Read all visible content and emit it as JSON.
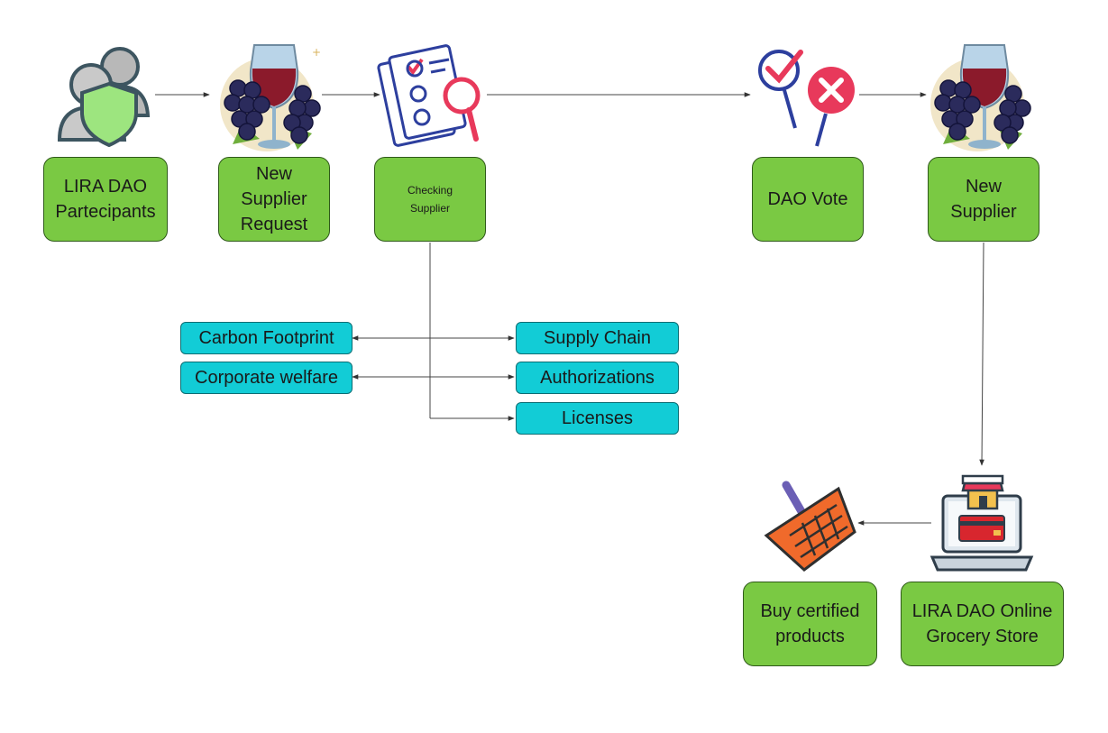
{
  "nodes": {
    "participants": "LIRA DAO\nPartecipants",
    "new_supplier_request": "New\nSupplier\nRequest",
    "checking_supplier": "Checking\nSupplier",
    "dao_vote": "DAO Vote",
    "new_supplier": "New\nSupplier",
    "online_store": "LIRA DAO Online\nGrocery Store",
    "buy_products": "Buy certified\nproducts"
  },
  "criteria": {
    "carbon_footprint": "Carbon Footprint",
    "corporate_welfare": "Corporate welfare",
    "supply_chain": "Supply Chain",
    "authorizations": "Authorizations",
    "licenses": "Licenses"
  },
  "icons": {
    "participants": "user-group-shield-icon",
    "supplier_request": "wine-grapes-icon",
    "checking": "checklist-magnifier-icon",
    "vote": "vote-check-cross-icon",
    "new_supplier": "wine-grapes-icon",
    "store": "laptop-shop-icon",
    "basket": "shopping-basket-icon"
  },
  "colors": {
    "process_box": "#7ac943",
    "criteria_box": "#12ccd6",
    "connector": "#444444"
  }
}
